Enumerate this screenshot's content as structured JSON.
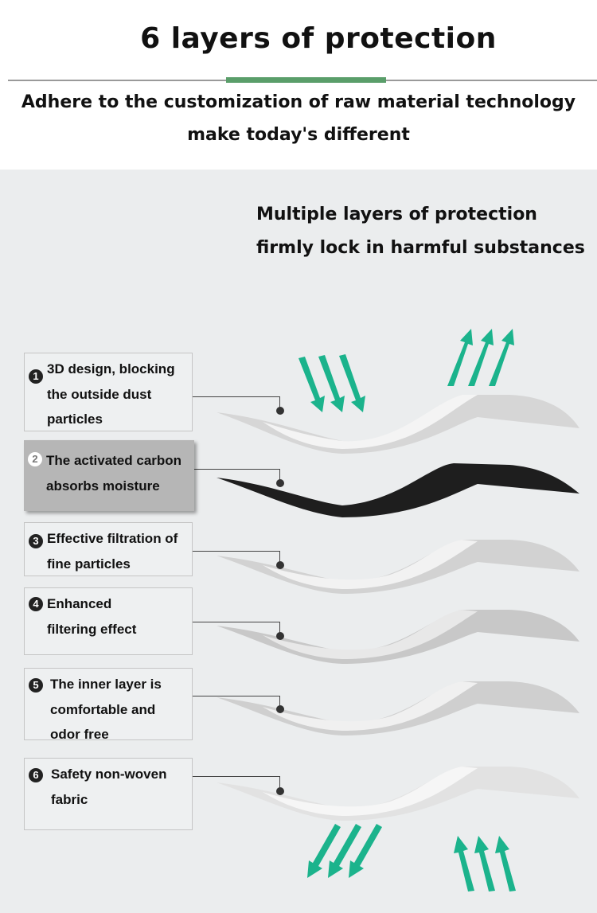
{
  "header": {
    "title": "6 layers of protection",
    "subtitle_line1": "Adhere to the customization of raw material technology",
    "subtitle_line2": "make today's different"
  },
  "panel": {
    "heading_line1": "Multiple layers of protection",
    "heading_line2": "firmly lock in harmful substances"
  },
  "layers": [
    {
      "number": "1",
      "text": "3D design, blocking the outside dust particles"
    },
    {
      "number": "2",
      "text": "The activated carbon absorbs moisture"
    },
    {
      "number": "3",
      "text": "Effective filtration of fine particles"
    },
    {
      "number": "4",
      "text": "Enhanced filtering effect"
    },
    {
      "number": "5",
      "text": "The inner layer is comfortable and odor free"
    },
    {
      "number": "6",
      "text": "Safety non-woven fabric"
    }
  ],
  "colors": {
    "accent": "#5a9e6a",
    "arrow": "#1bb38c",
    "carbon": "#1e1e1e"
  }
}
